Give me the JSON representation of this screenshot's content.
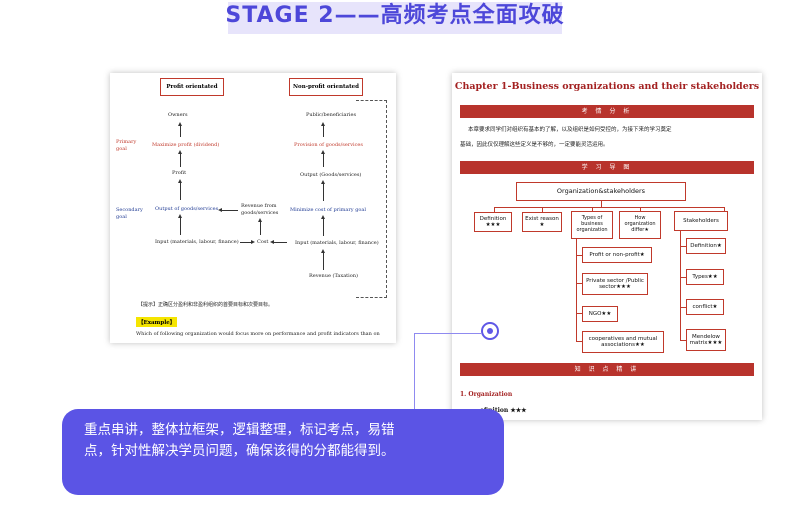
{
  "header": {
    "title": "STAGE 2——高频考点全面攻破"
  },
  "left_doc": {
    "profit_heading": "Profit orientated",
    "nonprofit_heading": "Non-profit orientated",
    "owners": "Owners",
    "maximize_profit": "Maximize profit (dividend)",
    "primary_goal": "Primary goal",
    "profit": "Profit",
    "secondary_goal": "Secondary goal",
    "output_goods": "Output of goods/services",
    "revenue_from": "Revenue from goods/services",
    "input_left": "Input (materials, labour, finance)",
    "cost": "Cost",
    "public": "Public/beneficiaries",
    "provision": "Provision of goods/services",
    "output_right": "Output (Goods/services)",
    "minimize_cost": "Minimize cost of primary goal",
    "input_right": "Input (materials, labour, finance)",
    "revenue_tax": "Revenue (Taxation)",
    "tip": "【提示】正确区分盈利和非盈利组织的首要目标和次要目标。",
    "example_label": "【Example】",
    "example_text": "Which of following organization would focus more on performance and profit indicators than on"
  },
  "right_doc": {
    "chapter_title": "Chapter 1-Business organizations and their stakeholders",
    "banner1": "考 情 分 析",
    "analysis_line1": "本章要求同学们对组织有基本的了解，以及组织是如何受控的，为接下来的学习奠定",
    "analysis_line2": "基础，因此仅仅理解这些定义是不够的，一定要能灵活运用。",
    "banner2": "学 习 导 图",
    "mindmap": {
      "root": "Organization&stakeholders",
      "definition": "Definition ★★★",
      "exist_reason": "Exist reason ★",
      "types": "Types of business organization",
      "how_differ": "How organization differ★",
      "stakeholders": "Stakeholders",
      "profit_nonprofit": "Profit or non-profit★",
      "private_public": "Private sector /Public sector★★★",
      "ngo": "NGO★★",
      "coops": "cooperatives and mutual associations★★",
      "s_definition": "Definition★",
      "s_types": "Types★★",
      "s_conflict": "conflict★",
      "s_mendelow": "Mendelow matrix★★★"
    },
    "banner3": "知 识 点 精 讲",
    "section1": "1.   Organization",
    "subsection": "efinition ★★★"
  },
  "callout": {
    "line1": "重点串讲，整体拉框架，逻辑整理，标记考点，易错",
    "line2": "点，针对性解决学员问题，确保该得的分都能得到。"
  }
}
